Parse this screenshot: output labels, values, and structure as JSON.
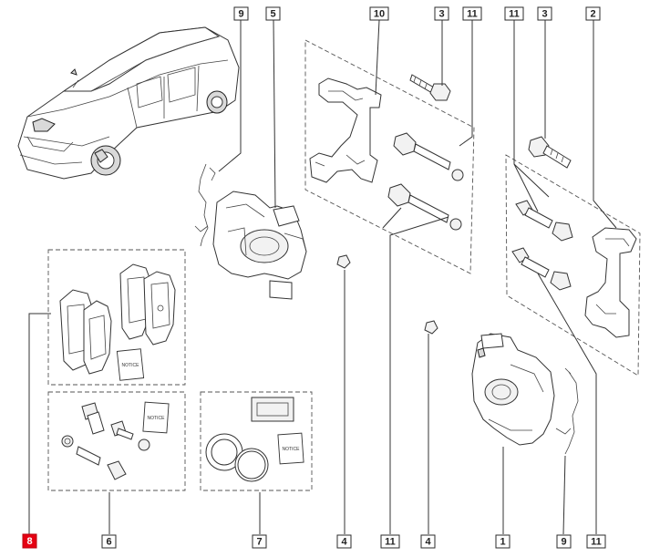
{
  "callouts": [
    {
      "id": "c9-top",
      "label": "9",
      "highlight": false
    },
    {
      "id": "c5-top",
      "label": "5",
      "highlight": false
    },
    {
      "id": "c10-top",
      "label": "10",
      "highlight": false
    },
    {
      "id": "c3-top-a",
      "label": "3",
      "highlight": false
    },
    {
      "id": "c11-top-a",
      "label": "11",
      "highlight": false
    },
    {
      "id": "c11-top-b",
      "label": "11",
      "highlight": false
    },
    {
      "id": "c3-top-b",
      "label": "3",
      "highlight": false
    },
    {
      "id": "c2-top",
      "label": "2",
      "highlight": false
    },
    {
      "id": "c8-bottom",
      "label": "8",
      "highlight": true
    },
    {
      "id": "c6-bottom",
      "label": "6",
      "highlight": false
    },
    {
      "id": "c7-bottom",
      "label": "7",
      "highlight": false
    },
    {
      "id": "c4-bottom-a",
      "label": "4",
      "highlight": false
    },
    {
      "id": "c11-bottom-a",
      "label": "11",
      "highlight": false
    },
    {
      "id": "c4-bottom-b",
      "label": "4",
      "highlight": false
    },
    {
      "id": "c1-bottom",
      "label": "1",
      "highlight": false
    },
    {
      "id": "c9-bottom",
      "label": "9",
      "highlight": false
    },
    {
      "id": "c11-bottom-b",
      "label": "11",
      "highlight": false
    }
  ],
  "note_text": "NOTICE",
  "colors": {
    "highlight": "#e60012",
    "line": "#333333"
  }
}
